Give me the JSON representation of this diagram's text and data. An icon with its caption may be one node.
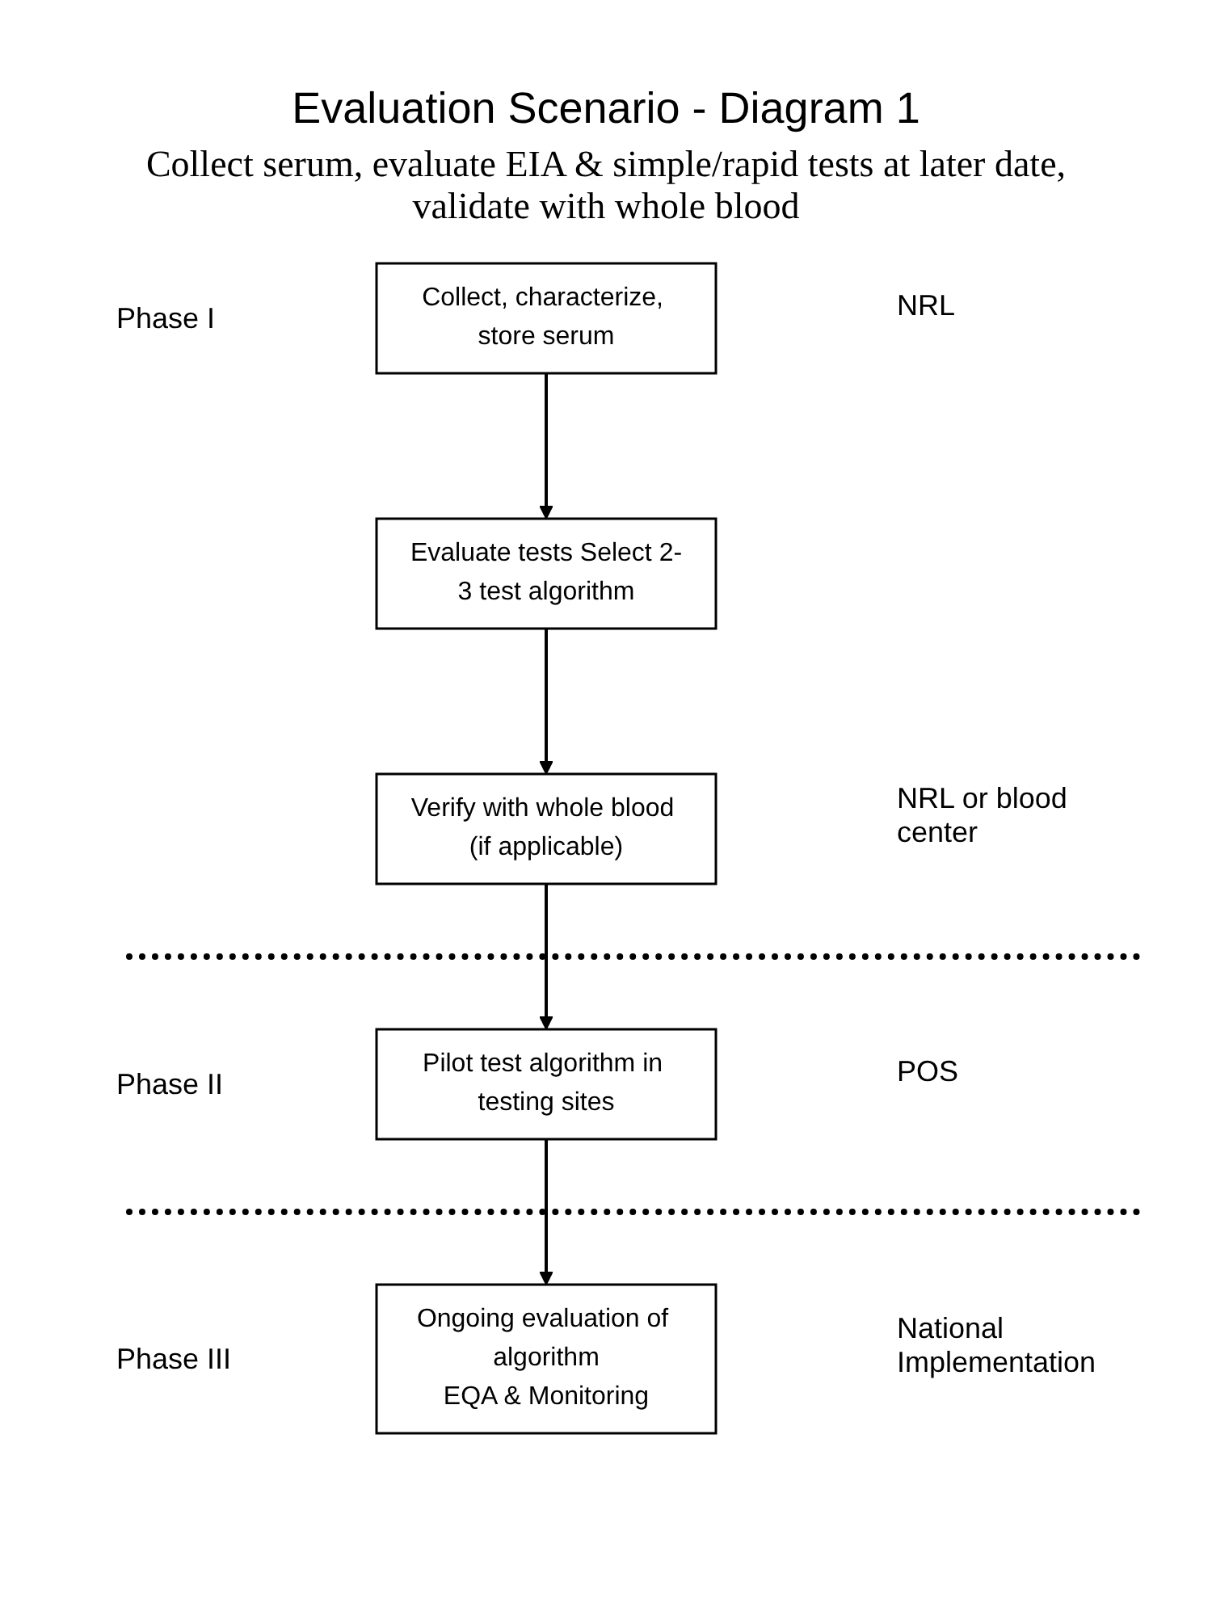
{
  "diagram": {
    "title": "Evaluation Scenario  - Diagram 1",
    "nodes": [
      {
        "text": [
          "Collect, characterize, store serum"
        ]
      },
      {
        "text": [
          "Evaluate tests Select 2-3 test algorithm"
        ]
      },
      {
        "text": [
          "Verify with whole blood (if applicable)"
        ]
      },
      {
        "text": [
          "Pilot test algorithm in testing sites"
        ]
      },
      {
        "text": [
          "Ongoing evaluation of algorithm",
          "EQA & Monitoring"
        ]
      }
    ],
    "edges": [
      {
        "from": 0,
        "to": 1,
        "arrow": "to"
      },
      {
        "from": 1,
        "to": 2,
        "arrow": "to"
      },
      {
        "from": 2,
        "to": 3,
        "arrow": "to"
      },
      {
        "from": 3,
        "to": 4,
        "arrow": "to"
      }
    ],
    "labels": [
      "Collect serum, evaluate EIA & simple/rapid tests at later date, validate with whole blood",
      "Phase I",
      "NRL",
      "NRL or blood center",
      "Phase II",
      "POS",
      "Phase III",
      "National Implementation"
    ]
  }
}
